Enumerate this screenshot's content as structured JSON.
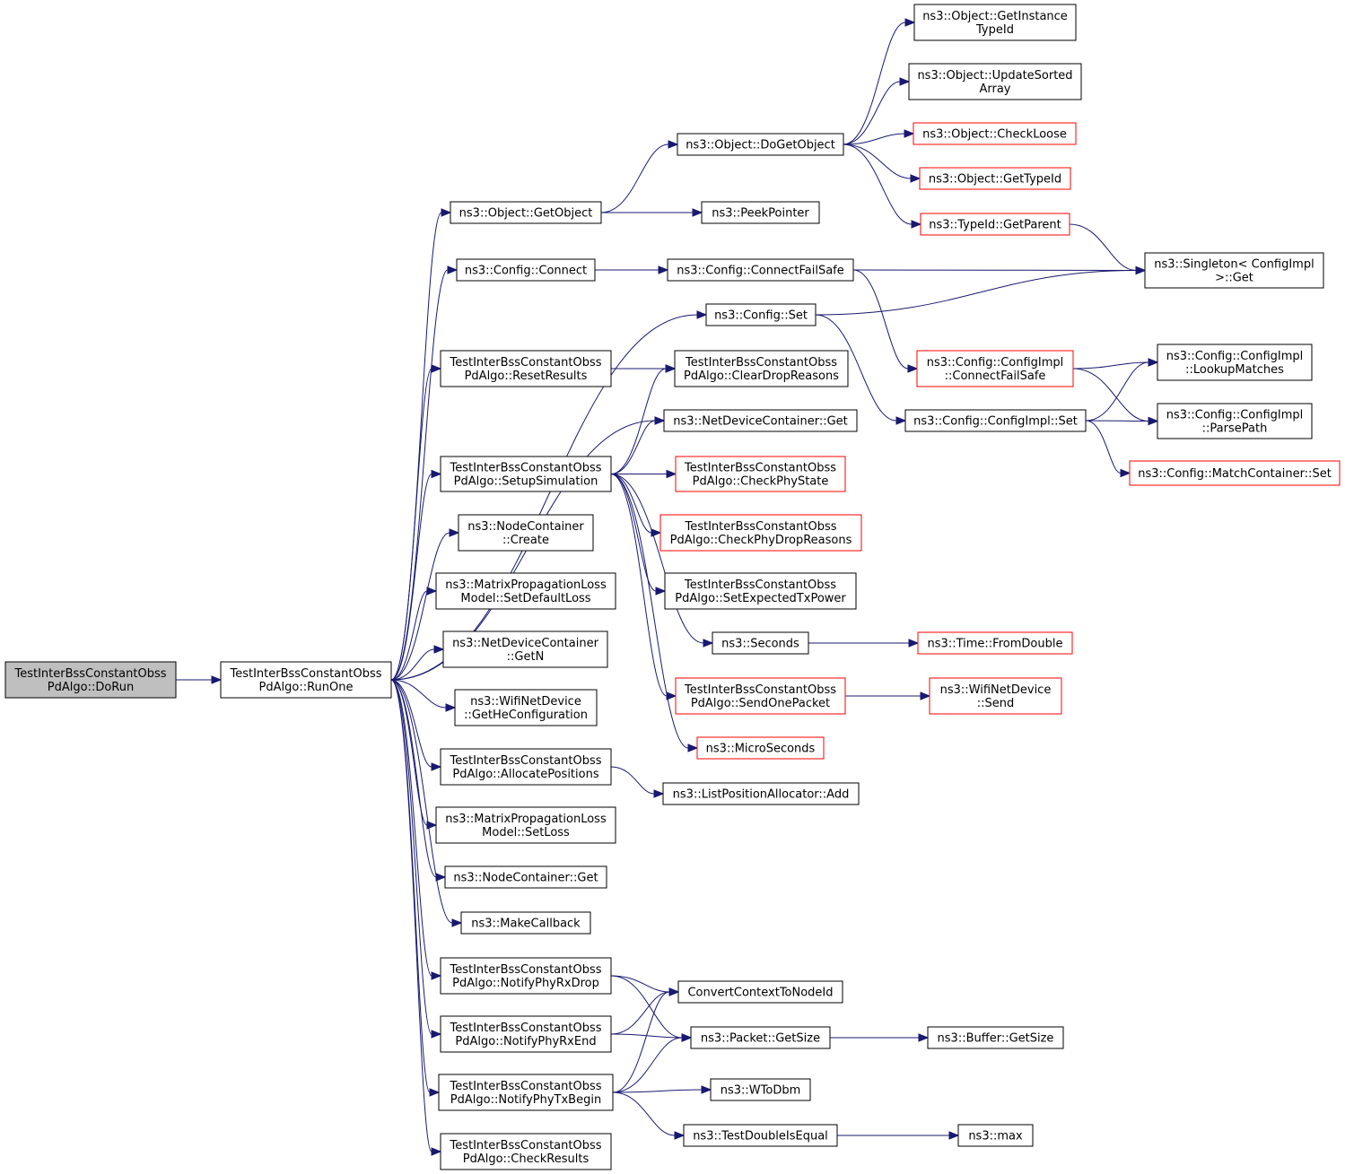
{
  "colors": {
    "edge": "#191970",
    "root_fill": "#bfbfbf",
    "root_border": "#000000",
    "node_border": "#000000",
    "truncated_border": "#ff0000",
    "node_fill": "#ffffff"
  },
  "graph": {
    "nodes": [
      {
        "id": "doRun",
        "lines": [
          "TestInterBssConstantObss",
          "PdAlgo::DoRun"
        ],
        "style": "root"
      },
      {
        "id": "runOne",
        "lines": [
          "TestInterBssConstantObss",
          "PdAlgo::RunOne"
        ],
        "style": "normal"
      },
      {
        "id": "getObject",
        "lines": [
          "ns3::Object::GetObject"
        ],
        "style": "normal"
      },
      {
        "id": "cfgConnect",
        "lines": [
          "ns3::Config::Connect"
        ],
        "style": "normal"
      },
      {
        "id": "cfgSet",
        "lines": [
          "ns3::Config::Set"
        ],
        "style": "normal"
      },
      {
        "id": "resetResults",
        "lines": [
          "TestInterBssConstantObss",
          "PdAlgo::ResetResults"
        ],
        "style": "normal"
      },
      {
        "id": "ndcGet",
        "lines": [
          "ns3::NetDeviceContainer::Get"
        ],
        "style": "normal"
      },
      {
        "id": "setupSim",
        "lines": [
          "TestInterBssConstantObss",
          "PdAlgo::SetupSimulation"
        ],
        "style": "normal"
      },
      {
        "id": "ncCreate",
        "lines": [
          "ns3::NodeContainer",
          "::Create"
        ],
        "style": "normal"
      },
      {
        "id": "mplSetDefault",
        "lines": [
          "ns3::MatrixPropagationLoss",
          "Model::SetDefaultLoss"
        ],
        "style": "normal"
      },
      {
        "id": "ndcGetN",
        "lines": [
          "ns3::NetDeviceContainer",
          "::GetN"
        ],
        "style": "normal"
      },
      {
        "id": "wifiGetHe",
        "lines": [
          "ns3::WifiNetDevice",
          "::GetHeConfiguration"
        ],
        "style": "normal"
      },
      {
        "id": "allocPos",
        "lines": [
          "TestInterBssConstantObss",
          "PdAlgo::AllocatePositions"
        ],
        "style": "normal"
      },
      {
        "id": "mplSetLoss",
        "lines": [
          "ns3::MatrixPropagationLoss",
          "Model::SetLoss"
        ],
        "style": "normal"
      },
      {
        "id": "ncGet",
        "lines": [
          "ns3::NodeContainer::Get"
        ],
        "style": "normal"
      },
      {
        "id": "makeCb",
        "lines": [
          "ns3::MakeCallback"
        ],
        "style": "normal"
      },
      {
        "id": "notifyRxDrop",
        "lines": [
          "TestInterBssConstantObss",
          "PdAlgo::NotifyPhyRxDrop"
        ],
        "style": "normal"
      },
      {
        "id": "notifyRxEnd",
        "lines": [
          "TestInterBssConstantObss",
          "PdAlgo::NotifyPhyRxEnd"
        ],
        "style": "normal"
      },
      {
        "id": "notifyTxBegin",
        "lines": [
          "TestInterBssConstantObss",
          "PdAlgo::NotifyPhyTxBegin"
        ],
        "style": "normal"
      },
      {
        "id": "checkResults",
        "lines": [
          "TestInterBssConstantObss",
          "PdAlgo::CheckResults"
        ],
        "style": "normal"
      },
      {
        "id": "doGetObject",
        "lines": [
          "ns3::Object::DoGetObject"
        ],
        "style": "normal"
      },
      {
        "id": "peekPointer",
        "lines": [
          "ns3::PeekPointer"
        ],
        "style": "normal"
      },
      {
        "id": "connectFailSafe",
        "lines": [
          "ns3::Config::ConnectFailSafe"
        ],
        "style": "normal"
      },
      {
        "id": "clearDrop",
        "lines": [
          "TestInterBssConstantObss",
          "PdAlgo::ClearDropReasons"
        ],
        "style": "normal"
      },
      {
        "id": "checkPhyState",
        "lines": [
          "TestInterBssConstantObss",
          "PdAlgo::CheckPhyState"
        ],
        "style": "truncated"
      },
      {
        "id": "checkPhyDrop",
        "lines": [
          "TestInterBssConstantObss",
          "PdAlgo::CheckPhyDropReasons"
        ],
        "style": "truncated"
      },
      {
        "id": "setExpTx",
        "lines": [
          "TestInterBssConstantObss",
          "PdAlgo::SetExpectedTxPower"
        ],
        "style": "normal"
      },
      {
        "id": "seconds",
        "lines": [
          "ns3::Seconds"
        ],
        "style": "normal"
      },
      {
        "id": "sendOne",
        "lines": [
          "TestInterBssConstantObss",
          "PdAlgo::SendOnePacket"
        ],
        "style": "truncated"
      },
      {
        "id": "microSeconds",
        "lines": [
          "ns3::MicroSeconds"
        ],
        "style": "truncated"
      },
      {
        "id": "lpaAdd",
        "lines": [
          "ns3::ListPositionAllocator::Add"
        ],
        "style": "normal"
      },
      {
        "id": "convertCtx",
        "lines": [
          "ConvertContextToNodeId"
        ],
        "style": "normal"
      },
      {
        "id": "pktGetSize",
        "lines": [
          "ns3::Packet::GetSize"
        ],
        "style": "normal"
      },
      {
        "id": "wToDbm",
        "lines": [
          "ns3::WToDbm"
        ],
        "style": "normal"
      },
      {
        "id": "testDbl",
        "lines": [
          "ns3::TestDoubleIsEqual"
        ],
        "style": "normal"
      },
      {
        "id": "getInstTid",
        "lines": [
          "ns3::Object::GetInstance",
          "TypeId"
        ],
        "style": "normal"
      },
      {
        "id": "updSorted",
        "lines": [
          "ns3::Object::UpdateSorted",
          "Array"
        ],
        "style": "normal"
      },
      {
        "id": "checkLoose",
        "lines": [
          "ns3::Object::CheckLoose"
        ],
        "style": "truncated"
      },
      {
        "id": "getTypeId",
        "lines": [
          "ns3::Object::GetTypeId"
        ],
        "style": "truncated"
      },
      {
        "id": "tidGetParent",
        "lines": [
          "ns3::TypeId::GetParent"
        ],
        "style": "truncated"
      },
      {
        "id": "singletonGet",
        "lines": [
          "ns3::Singleton< ConfigImpl",
          ">::Get"
        ],
        "style": "normal"
      },
      {
        "id": "cimplConnectFS",
        "lines": [
          "ns3::Config::ConfigImpl",
          "::ConnectFailSafe"
        ],
        "style": "truncated"
      },
      {
        "id": "cimplSet",
        "lines": [
          "ns3::Config::ConfigImpl::Set"
        ],
        "style": "normal"
      },
      {
        "id": "lookupMatches",
        "lines": [
          "ns3::Config::ConfigImpl",
          "::LookupMatches"
        ],
        "style": "normal"
      },
      {
        "id": "parsePath",
        "lines": [
          "ns3::Config::ConfigImpl",
          "::ParsePath"
        ],
        "style": "normal"
      },
      {
        "id": "mcSet",
        "lines": [
          "ns3::Config::MatchContainer::Set"
        ],
        "style": "truncated"
      },
      {
        "id": "timeFromDouble",
        "lines": [
          "ns3::Time::FromDouble"
        ],
        "style": "truncated"
      },
      {
        "id": "wifiSend",
        "lines": [
          "ns3::WifiNetDevice",
          "::Send"
        ],
        "style": "truncated"
      },
      {
        "id": "bufGetSize",
        "lines": [
          "ns3::Buffer::GetSize"
        ],
        "style": "normal"
      },
      {
        "id": "max",
        "lines": [
          "ns3::max"
        ],
        "style": "normal"
      }
    ],
    "edges": [
      [
        "doRun",
        "runOne"
      ],
      [
        "runOne",
        "getObject"
      ],
      [
        "runOne",
        "cfgConnect"
      ],
      [
        "runOne",
        "cfgSet"
      ],
      [
        "runOne",
        "resetResults"
      ],
      [
        "runOne",
        "ndcGet"
      ],
      [
        "runOne",
        "setupSim"
      ],
      [
        "runOne",
        "ncCreate"
      ],
      [
        "runOne",
        "mplSetDefault"
      ],
      [
        "runOne",
        "ndcGetN"
      ],
      [
        "runOne",
        "wifiGetHe"
      ],
      [
        "runOne",
        "allocPos"
      ],
      [
        "runOne",
        "mplSetLoss"
      ],
      [
        "runOne",
        "ncGet"
      ],
      [
        "runOne",
        "makeCb"
      ],
      [
        "runOne",
        "notifyRxDrop"
      ],
      [
        "runOne",
        "notifyRxEnd"
      ],
      [
        "runOne",
        "notifyTxBegin"
      ],
      [
        "runOne",
        "checkResults"
      ],
      [
        "getObject",
        "doGetObject"
      ],
      [
        "getObject",
        "peekPointer"
      ],
      [
        "doGetObject",
        "getInstTid"
      ],
      [
        "doGetObject",
        "updSorted"
      ],
      [
        "doGetObject",
        "checkLoose"
      ],
      [
        "doGetObject",
        "getTypeId"
      ],
      [
        "doGetObject",
        "tidGetParent"
      ],
      [
        "tidGetParent",
        "singletonGet"
      ],
      [
        "cfgConnect",
        "connectFailSafe"
      ],
      [
        "connectFailSafe",
        "singletonGet"
      ],
      [
        "connectFailSafe",
        "cimplConnectFS"
      ],
      [
        "cfgSet",
        "singletonGet"
      ],
      [
        "cfgSet",
        "cimplSet"
      ],
      [
        "cimplConnectFS",
        "lookupMatches"
      ],
      [
        "cimplConnectFS",
        "parsePath"
      ],
      [
        "cimplSet",
        "lookupMatches"
      ],
      [
        "cimplSet",
        "parsePath"
      ],
      [
        "cimplSet",
        "mcSet"
      ],
      [
        "resetResults",
        "clearDrop"
      ],
      [
        "setupSim",
        "clearDrop"
      ],
      [
        "setupSim",
        "ndcGet"
      ],
      [
        "setupSim",
        "checkPhyState"
      ],
      [
        "setupSim",
        "checkPhyDrop"
      ],
      [
        "setupSim",
        "setExpTx"
      ],
      [
        "setupSim",
        "seconds"
      ],
      [
        "setupSim",
        "sendOne"
      ],
      [
        "setupSim",
        "microSeconds"
      ],
      [
        "seconds",
        "timeFromDouble"
      ],
      [
        "sendOne",
        "wifiSend"
      ],
      [
        "allocPos",
        "lpaAdd"
      ],
      [
        "notifyRxDrop",
        "convertCtx"
      ],
      [
        "notifyRxDrop",
        "pktGetSize"
      ],
      [
        "notifyRxEnd",
        "convertCtx"
      ],
      [
        "notifyRxEnd",
        "pktGetSize"
      ],
      [
        "notifyTxBegin",
        "convertCtx"
      ],
      [
        "notifyTxBegin",
        "pktGetSize"
      ],
      [
        "notifyTxBegin",
        "wToDbm"
      ],
      [
        "notifyTxBegin",
        "testDbl"
      ],
      [
        "pktGetSize",
        "bufGetSize"
      ],
      [
        "testDbl",
        "max"
      ]
    ]
  }
}
